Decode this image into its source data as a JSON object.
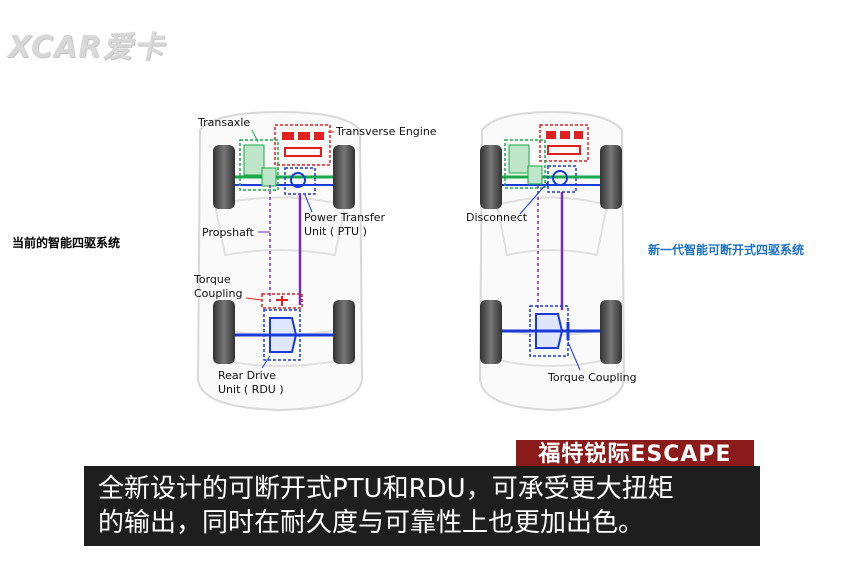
{
  "watermark": {
    "logo_text": "XCAR爱卡"
  },
  "left_diagram": {
    "caption": "当前的智能四驱系统",
    "labels": {
      "transaxle": "Transaxle",
      "engine": "Transverse Engine",
      "ptu_line1": "Power Transfer",
      "ptu_line2": "Unit ( PTU )",
      "propshaft": "Propshaft",
      "coupling_line1": "Torque",
      "coupling_line2": "Coupling",
      "rdu_line1": "Rear Drive",
      "rdu_line2": "Unit ( RDU )"
    }
  },
  "right_diagram": {
    "caption": "新一代智能可断开式四驱系统",
    "labels": {
      "disconnect": "Disconnect",
      "coupling": "Torque Coupling"
    }
  },
  "brand_banner": "福特锐际ESCAPE",
  "subtitle": {
    "line1": "全新设计的可断开式PTU和RDU，可承受更大扭矩",
    "line2": "的输出，同时在耐久度与可靠性上也更加出色。"
  },
  "colors": {
    "engine": "#e02020",
    "transaxle": "#1aa84a",
    "ptu": "#1a3ad8",
    "propshaft": "#7a2bb0",
    "left_caption": "#000000",
    "right_caption": "#1e73be",
    "brand_bg": "#8b1a1a"
  }
}
